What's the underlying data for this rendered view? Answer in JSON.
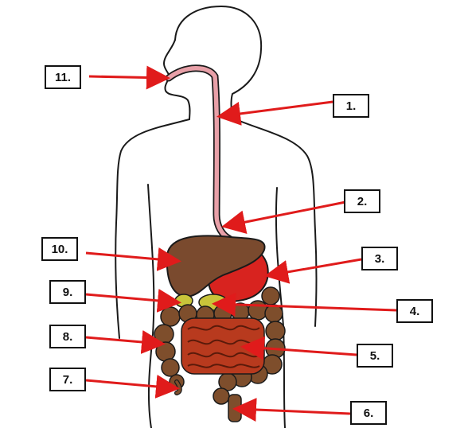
{
  "diagram": {
    "labels": {
      "l1": "1.",
      "l2": "2.",
      "l3": "3.",
      "l4": "4.",
      "l5": "5.",
      "l6": "6.",
      "l7": "7.",
      "l8": "8.",
      "l9": "9.",
      "l10": "10.",
      "l11": "11."
    },
    "colors": {
      "arrow": "#e01b1b",
      "outline": "#1a1a1a",
      "esophagus": "#e8a0a8",
      "liver": "#7a4a2e",
      "stomach": "#d8231f",
      "gallbladder": "#c8c43a",
      "intestine": "#7e4e2c",
      "small_intestine": "#b83a1e"
    }
  }
}
